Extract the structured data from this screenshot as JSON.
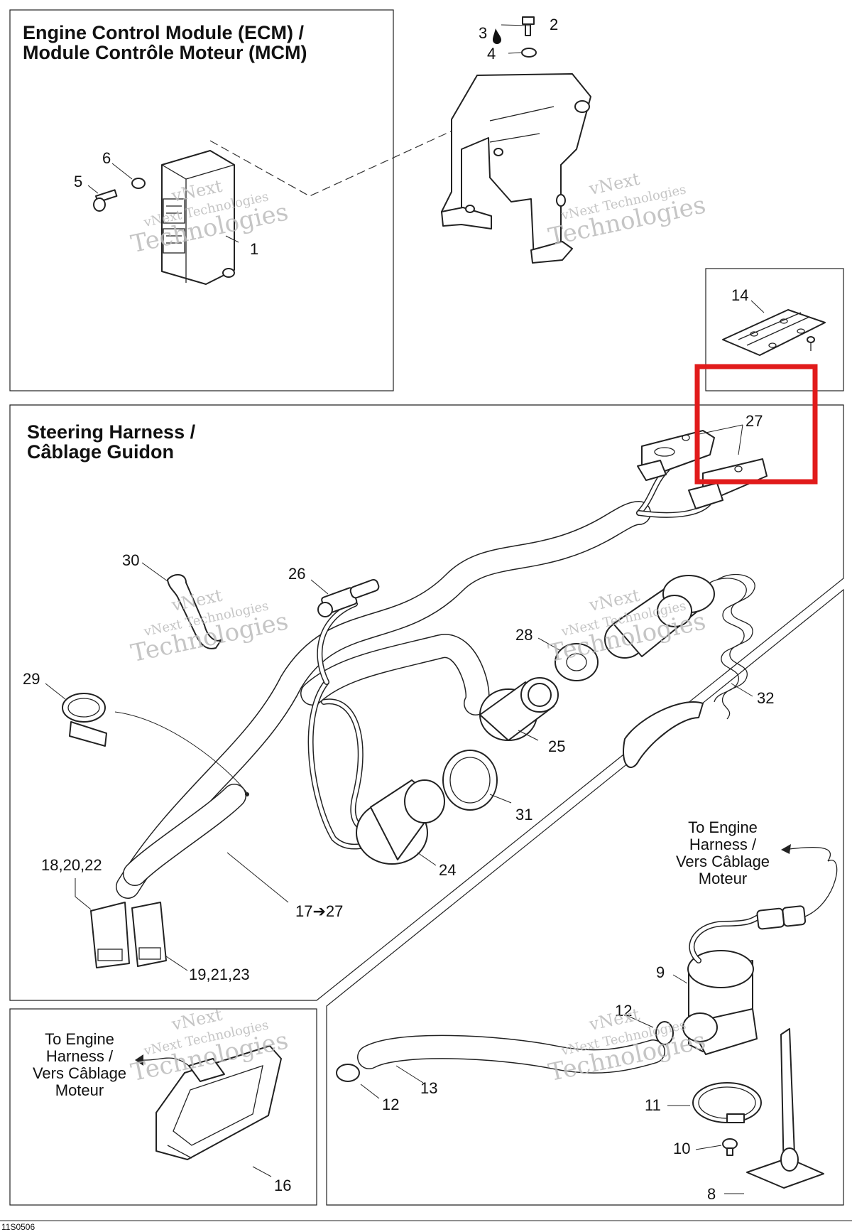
{
  "panels": {
    "ecm_title_line1": "Engine Control Module (ECM) /",
    "ecm_title_line2": "Module Contrôle Moteur (MCM)",
    "steering_title_line1": "Steering Harness /",
    "steering_title_line2": "Câblage Guidon"
  },
  "notes": {
    "engine_harness_right": [
      "To Engine",
      "Harness /",
      "Vers Câblage",
      "Moteur"
    ],
    "engine_harness_left": [
      "To Engine",
      "Harness /",
      "Vers Câblage",
      "Moteur"
    ]
  },
  "callouts": {
    "c1": "1",
    "c2": "2",
    "c3": "3",
    "c4": "4",
    "c5": "5",
    "c6": "6",
    "c8": "8",
    "c9": "9",
    "c10": "10",
    "c11": "11",
    "c12a": "12",
    "c12b": "12",
    "c13": "13",
    "c14": "14",
    "c16": "16",
    "c17": "17➔27",
    "c18": "18,20,22",
    "c19": "19,21,23",
    "c24": "24",
    "c25": "25",
    "c26": "26",
    "c27": "27",
    "c28": "28",
    "c29": "29",
    "c30": "30",
    "c31": "31",
    "c32": "32"
  },
  "watermark": {
    "line1": "vNext",
    "line2": "vNext Technologies",
    "line3": "Technologies",
    "color": "#bcbcbc"
  },
  "highlight_color": "#e11b1b",
  "footer_code": "11S0506"
}
